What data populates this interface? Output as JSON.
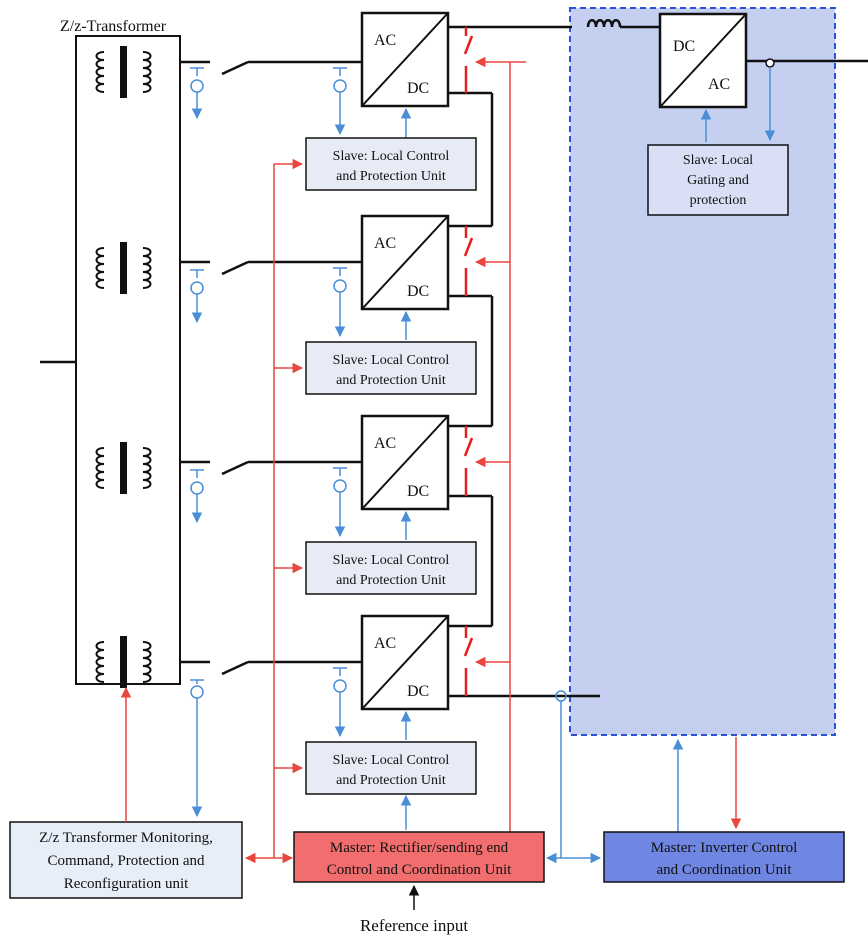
{
  "transformer": {
    "title": "Z/z-Transformer"
  },
  "converters": {
    "rectifier_ac_label": "AC",
    "rectifier_dc_label": "DC",
    "inverter_dc_label": "DC",
    "inverter_ac_label": "AC"
  },
  "slave_units": {
    "rectifier_unit_line1": "Slave: Local Control",
    "rectifier_unit_line2": "and Protection Unit",
    "inverter_unit_line1": "Slave: Local",
    "inverter_unit_line2": "Gating and",
    "inverter_unit_line3": "protection"
  },
  "master_units": {
    "transformer_unit_line1": "Z/z Transformer Monitoring,",
    "transformer_unit_line2": "Command, Protection and",
    "transformer_unit_line3": "Reconfiguration unit",
    "rectifier_unit_line1": "Master: Rectifier/sending end",
    "rectifier_unit_line2": "Control and Coordination Unit",
    "inverter_unit_line1": "Master: Inverter Control",
    "inverter_unit_line2": "and Coordination Unit"
  },
  "reference_input": "Reference input",
  "colors": {
    "power_line": "#000000",
    "control_signal_red": "#e8473f",
    "measurement_blue": "#4a8fd6",
    "inverter_region_fill": "#c5cff0",
    "inverter_region_border": "#2a52d8",
    "slave_box_fill": "#e6ebf5",
    "master_rectifier_fill": "#f26d6d",
    "master_inverter_fill": "#6f86e3",
    "transformer_unit_fill": "#e8eef8",
    "breaker_red": "#e51f1f"
  }
}
